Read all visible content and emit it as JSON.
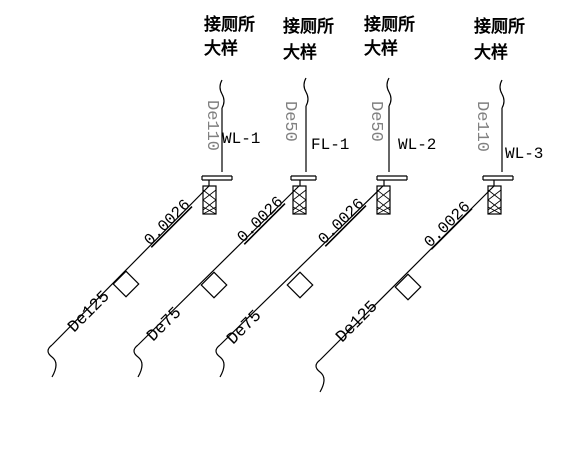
{
  "risers": [
    {
      "title_line1": "接厕所",
      "title_line2": "大样",
      "riser_diameter": "De110",
      "pipe_id": "WL-1",
      "slope": "0.0026",
      "branch_diameter": "De125"
    },
    {
      "title_line1": "接厕所",
      "title_line2": "大样",
      "riser_diameter": "De50",
      "pipe_id": "FL-1",
      "slope": "0.0026",
      "branch_diameter": "De75"
    },
    {
      "title_line1": "接厕所",
      "title_line2": "大样",
      "riser_diameter": "De50",
      "pipe_id": "WL-2",
      "slope": "0.0026",
      "branch_diameter": "De75"
    },
    {
      "title_line1": "接厕所",
      "title_line2": "大样",
      "riser_diameter": "De110",
      "pipe_id": "WL-3",
      "slope": "0.0026",
      "branch_diameter": "De125"
    }
  ]
}
